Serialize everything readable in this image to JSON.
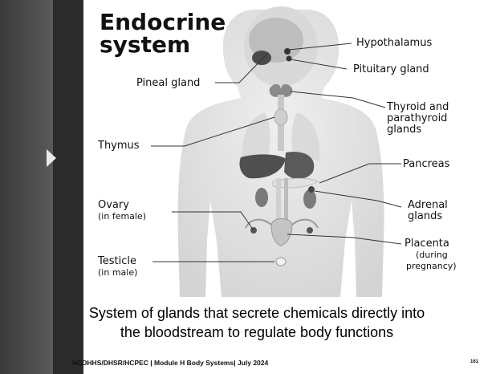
{
  "title": [
    "Endocrine",
    "system"
  ],
  "labels": {
    "hypothalamus": "Hypothalamus",
    "pituitary": "Pituitary gland",
    "pineal": "Pineal gland",
    "thyroid": [
      "Thyroid and",
      "parathyroid",
      "glands"
    ],
    "thymus": "Thymus",
    "pancreas": "Pancreas",
    "adrenal": [
      "Adrenal",
      "glands"
    ],
    "ovary": "Ovary",
    "ovary_note": "(in female)",
    "placenta": "Placenta",
    "placenta_note": [
      "(during",
      "pregnancy)"
    ],
    "testicle": "Testicle",
    "testicle_note": "(in male)"
  },
  "caption": [
    "System of glands that secrete chemicals directly into",
    "the bloodstream to regulate body functions"
  ],
  "footer": "NCDHHS/DHSR/HCPEC | Module H Body Systems| July 2024",
  "page_number": "161",
  "colors": {
    "sidebar": "#4a4a4a",
    "sidebar_dark": "#2b2b2b",
    "body_silhouette": "#e6e6e6"
  }
}
